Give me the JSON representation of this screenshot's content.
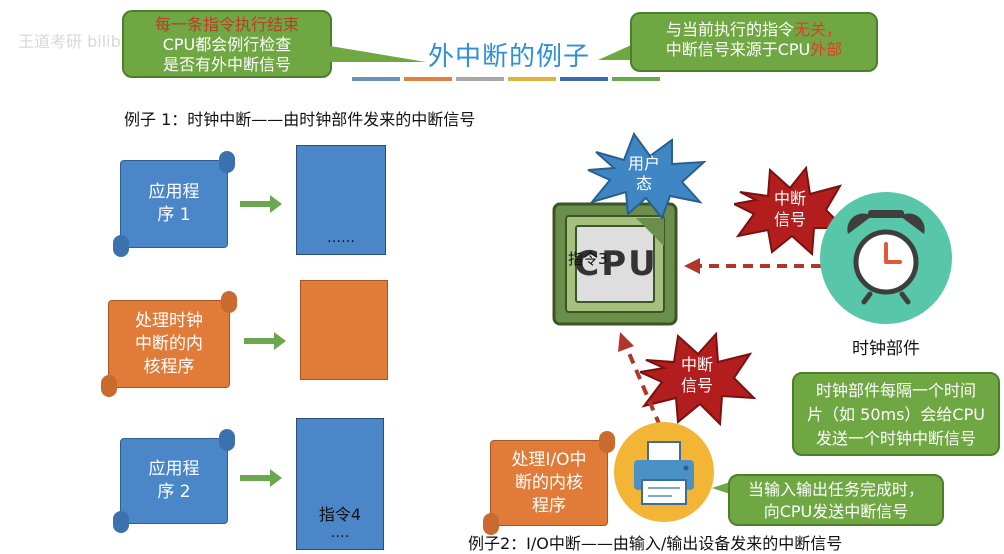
{
  "header": {
    "title": "外中断的例子",
    "callout_left_line1": "每一条指令执行结束",
    "callout_left_line2": "CPU都会例行检查",
    "callout_left_line3": "是否有外中断信号",
    "callout_right_line1a": "与当前执行的指令",
    "callout_right_line1b": "无关，",
    "callout_right_line2a": "中断信号来源于CPU",
    "callout_right_line2b": "外部",
    "watermark": "王道考研 bilibili"
  },
  "example1": {
    "caption": "例子 1：时钟中断——由时钟部件发来的中断信号",
    "app1_line1": "应用程",
    "app1_line2": "序 1",
    "mem1_text": "……",
    "handler_line1": "处理时钟",
    "handler_line2": "中断的内",
    "handler_line3": "核程序",
    "app2_line1": "应用程",
    "app2_line2": "序 2",
    "mem3_text1": "指令4",
    "mem3_text2": "…."
  },
  "diagram": {
    "user_mode_line1": "用户",
    "user_mode_line2": "态",
    "cpu_label": "CPU",
    "instruction_label": "指令3",
    "signal1_line1": "中断",
    "signal1_line2": "信号",
    "signal2_line1": "中断",
    "signal2_line2": "信号",
    "clock_label": "时钟部件",
    "clock_note_line1": "时钟部件每隔一个时间",
    "clock_note_line2": "片（如 50ms）会给CPU",
    "clock_note_line3": "发送一个时钟中断信号",
    "io_handler_line1": "处理I/O中",
    "io_handler_line2": "断的内核",
    "io_handler_line3": "程序",
    "printer_note_line1": "当输入输出任务完成时，",
    "printer_note_line2": "向CPU发送中断信号"
  },
  "example2": {
    "caption": "例子2：I/O中断——由输入/输出设备发来的中断信号"
  },
  "colors": {
    "title_blue": "#2f8fd8",
    "callout_green": "#6fa843",
    "scroll_blue": "#4a86c8",
    "scroll_orange": "#e07b3a",
    "burst_red": "#b21e1e",
    "burst_blue": "#3f86c4",
    "clock_teal": "#58c6a8",
    "printer_gold": "#f2b535",
    "dashed_red": "#b2352b",
    "accent_red": "#d62e1f"
  }
}
